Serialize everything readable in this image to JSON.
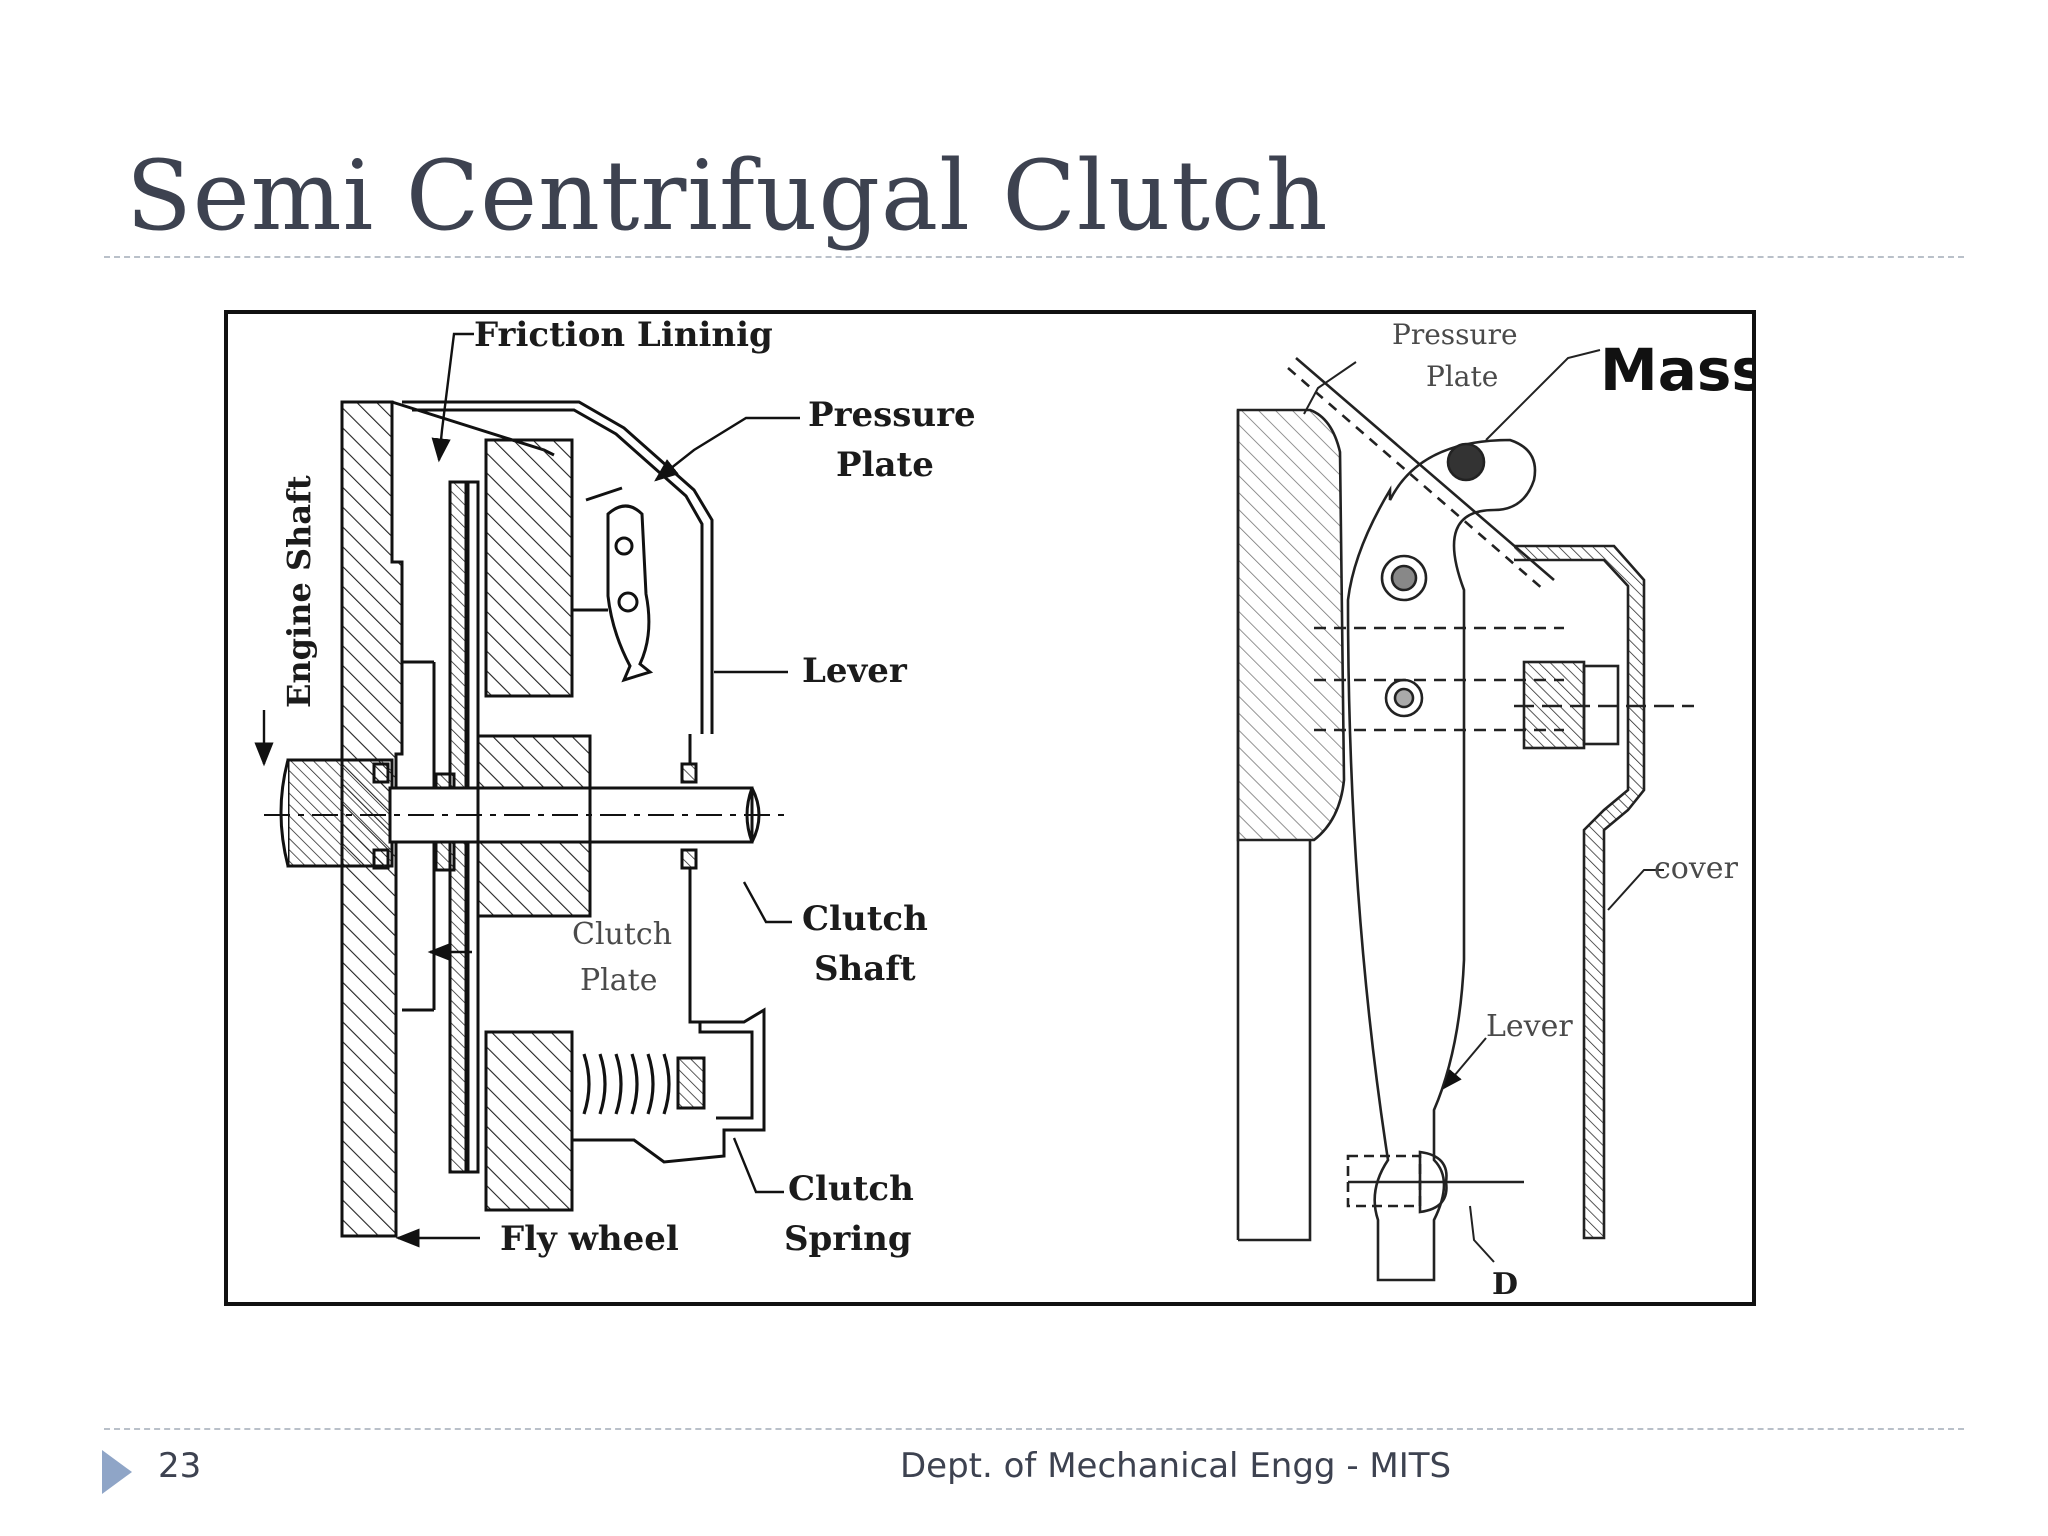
{
  "slide": {
    "title": "Semi Centrifugal Clutch",
    "page_number": "23",
    "footer": "Dept. of Mechanical Engg - MITS"
  },
  "diagram": {
    "left_labels": {
      "friction_lining": "Friction Lininig",
      "pressure_plate_1": "Pressure",
      "pressure_plate_2": "Plate",
      "lever": "Lever",
      "engine_shaft": "Engine Shaft",
      "clutch_plate_1": "Clutch",
      "clutch_plate_2": "Plate",
      "clutch_shaft_1": "Clutch",
      "clutch_shaft_2": "Shaft",
      "clutch_spring_1": "Clutch",
      "clutch_spring_2": "Spring",
      "fly_wheel": "Fly wheel"
    },
    "right_labels": {
      "pressure_plate_1": "Pressure",
      "pressure_plate_2": "Plate",
      "mass": "Mass",
      "cover": "cover",
      "lever": "Lever",
      "d": "D"
    }
  },
  "colors": {
    "title": "#3d4250",
    "accent": "#8fa5c7",
    "rule": "#b9c0c9"
  }
}
